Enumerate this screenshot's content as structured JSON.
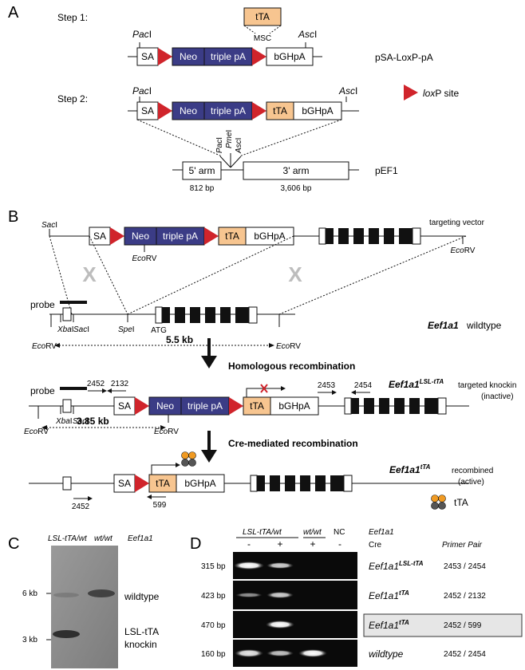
{
  "colors": {
    "neo": "#3b3c86",
    "tta": "#f7c590",
    "loxp": "#d0242b",
    "gel": "#0a0a0a",
    "blot": "#8a8a8a"
  },
  "panelA": {
    "label": "A",
    "step1": "Step 1:",
    "step2": "Step 2:",
    "pac": "Pac",
    "asc": "Asc",
    "pme": "Pme",
    "one": "I",
    "tta": "tTA",
    "msc": "MSC",
    "sa": "SA",
    "neo": "Neo",
    "tpa": "triple pA",
    "bgh": "bGHpA",
    "construct1": "pSA-LoxP-pA",
    "loxp_italic": "lox",
    "loxp_rest": "P site",
    "arm5": "5' arm",
    "arm3": "3' arm",
    "arm5_len": "812 bp",
    "arm3_len": "3,606 bp",
    "pef1": "pEF1"
  },
  "panelB": {
    "label": "B",
    "sac": "Sac",
    "spe": "Spe",
    "xba": "Xba",
    "eco": "Eco",
    "rv": "RV",
    "one": "I",
    "targeting_vector": "targeting vector",
    "x": "X",
    "probe": "probe",
    "atg": "ATG",
    "wt_size": "5.5 kb",
    "gene": "Eef1a1",
    "wildtype": "wildtype",
    "homologous": "Homologous recombination",
    "cre_mediated": "Cre-mediated recombination",
    "sup_lsl": "LSL-tTA",
    "sup_tta": "tTA",
    "targeted_knockin": "targeted knockin",
    "inactive": "(inactive)",
    "recombined": "recombined",
    "active": "(active)",
    "ki_size": "3.85 kb",
    "p2452": "2452",
    "p2132": "2132",
    "p2453": "2453",
    "p2454": "2454",
    "p599": "599",
    "tta_legend": "tTA"
  },
  "panelC": {
    "label": "C",
    "lane1": "LSL-tTA/wt",
    "lane2": "wt/wt",
    "gene": "Eef1a1",
    "kb6": "6 kb",
    "kb3": "3 kb",
    "band_wt": "wildtype",
    "band_ki1": "LSL-tTA",
    "band_ki2": "knockin"
  },
  "panelD": {
    "label": "D",
    "group1": "LSL-tTA/wt",
    "group2": "wt/wt",
    "nc": "NC",
    "gene": "Eef1a1",
    "cre": "Cre",
    "primer_pair": "Primer Pair",
    "cre_signs": [
      "-",
      "+",
      "+",
      "-"
    ],
    "rows": [
      {
        "size": "315 bp",
        "gene": "Eef1a1",
        "sup": "LSL-tTA",
        "pair": "2453 / 2454"
      },
      {
        "size": "423 bp",
        "gene": "Eef1a1",
        "sup": "tTA",
        "pair": "2452 / 2132"
      },
      {
        "size": "470 bp",
        "gene": "Eef1a1",
        "sup": "tTA",
        "pair": "2452 / 599"
      },
      {
        "size": "160 bp",
        "gene": "wildtype",
        "sup": "",
        "pair": "2452 / 2454"
      }
    ]
  }
}
